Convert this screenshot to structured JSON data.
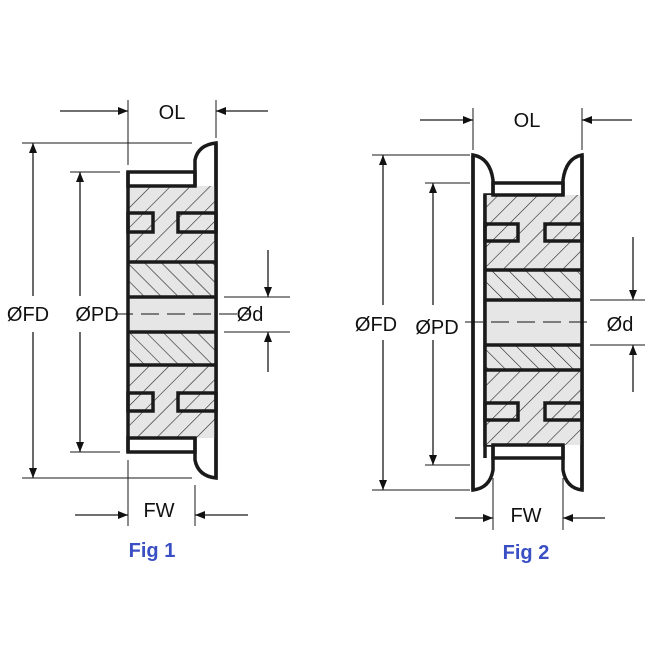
{
  "figures": [
    {
      "caption": "Fig 1",
      "labels": {
        "ol": "OL",
        "fd": "ØFD",
        "pd": "ØPD",
        "bore": "Ød",
        "fw": "FW"
      }
    },
    {
      "caption": "Fig 2",
      "labels": {
        "ol": "OL",
        "fd": "ØFD",
        "pd": "ØPD",
        "bore": "Ød",
        "fw": "FW"
      }
    }
  ],
  "colors": {
    "caption": "#3a4fc4",
    "fill": "#e6e6e6",
    "line": "#1a1a1a"
  }
}
